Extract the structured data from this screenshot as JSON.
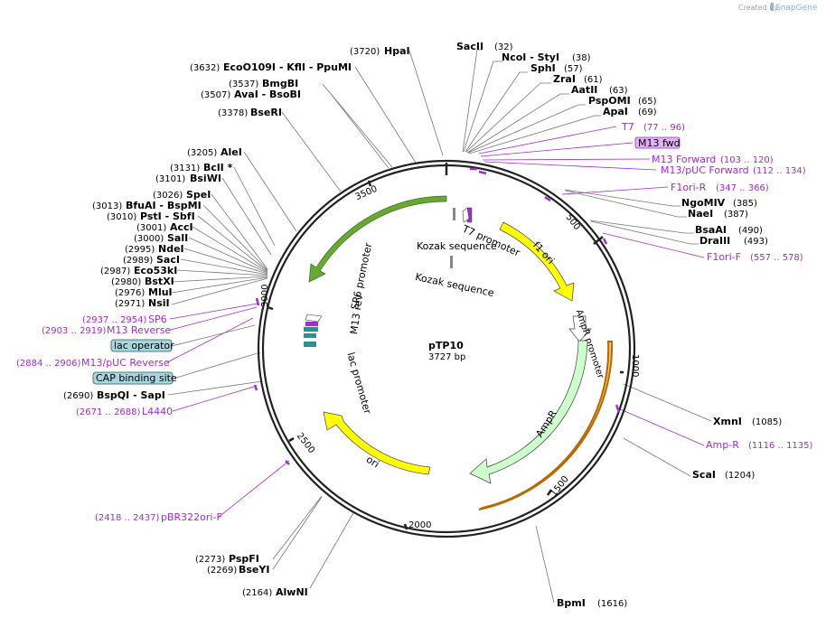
{
  "credit": {
    "prefix": "Created by",
    "brand": "SnapGene"
  },
  "plasmid": {
    "name": "pTP10",
    "size": "3727 bp"
  },
  "ticks": [
    "500",
    "1000",
    "1500",
    "2000",
    "2500",
    "3000",
    "3500"
  ],
  "features": {
    "f1ori": "f1 ori",
    "ampr_promoter": "AmpR promoter",
    "ampr": "AmpR",
    "ori": "ori",
    "lac_promoter": "lac promoter",
    "m13rev": "M13 rev",
    "sp6": "SP6 promoter",
    "t7": "T7 promoter",
    "kozak1": "Kozak sequence",
    "kozak2": "Kozak sequence"
  },
  "sites": {
    "sacii": {
      "name": "SacII",
      "pos": "(32)"
    },
    "ncoi": {
      "name": "NcoI  - StyI",
      "pos": "(38)"
    },
    "sphi": {
      "name": "SphI",
      "pos": "(57)"
    },
    "zrai": {
      "name": "ZraI",
      "pos": "(61)"
    },
    "aatii": {
      "name": "AatII",
      "pos": "(63)"
    },
    "pspomi": {
      "name": "PspOMI",
      "pos": "(65)"
    },
    "apai": {
      "name": "ApaI",
      "pos": "(69)"
    },
    "ngomiv": {
      "name": "NgoMIV",
      "pos": "(385)"
    },
    "naei": {
      "name": "NaeI",
      "pos": "(387)"
    },
    "bsaai": {
      "name": "BsaAI",
      "pos": "(490)"
    },
    "draiii": {
      "name": "DraIII",
      "pos": "(493)"
    },
    "xmni": {
      "name": "XmnI",
      "pos": "(1085)"
    },
    "scai": {
      "name": "ScaI",
      "pos": "(1204)"
    },
    "bpmi": {
      "name": "BpmI",
      "pos": "(1616)"
    },
    "alwni": {
      "name": "AlwNI",
      "pos": "(2164)"
    },
    "bseyi": {
      "name": "BseYI",
      "pos": "(2269)"
    },
    "pspfi": {
      "name": "PspFI",
      "pos": "(2273)"
    },
    "bspqi": {
      "name": "BspQI   - SapI",
      "pos": "(2690)"
    },
    "nsii": {
      "name": "NsiI",
      "pos": "(2971)"
    },
    "mlui": {
      "name": "MluI",
      "pos": "(2976)"
    },
    "bstxi": {
      "name": "BstXI",
      "pos": "(2980)"
    },
    "eco53ki": {
      "name": "Eco53kI",
      "pos": "(2987)"
    },
    "saci": {
      "name": "SacI",
      "pos": "(2989)"
    },
    "ndei": {
      "name": "NdeI",
      "pos": "(2995)"
    },
    "sali": {
      "name": "SalI",
      "pos": "(3000)"
    },
    "acci": {
      "name": "AccI",
      "pos": "(3001)"
    },
    "psti": {
      "name": "PstI  - SbfI",
      "pos": "(3010)"
    },
    "bfuai": {
      "name": "BfuAI   - BspMI",
      "pos": "(3013)"
    },
    "spei": {
      "name": "SpeI",
      "pos": "(3026)"
    },
    "bsiwi": {
      "name": "BsiWI",
      "pos": "(3101)"
    },
    "bcli": {
      "name": "BclI  *",
      "pos": "(3131)"
    },
    "alei": {
      "name": "AleI",
      "pos": "(3205)"
    },
    "bseri": {
      "name": "BseRI",
      "pos": "(3378)"
    },
    "avai": {
      "name": "AvaI   - BsoBI",
      "pos": "(3507)"
    },
    "bmgbi": {
      "name": "BmgBI",
      "pos": "(3537)"
    },
    "eco": {
      "name": "EcoO109I   - KflI   - PpuMI",
      "pos": "(3632)"
    },
    "hpai": {
      "name": "HpaI",
      "pos": "(3720)"
    }
  },
  "primers": {
    "t7": {
      "name": "T7",
      "pos": "(77 .. 96)"
    },
    "m13fwd": {
      "name": "M13 fwd"
    },
    "m13forward": {
      "name": "M13 Forward",
      "pos": "(103 .. 120)"
    },
    "m13puc": {
      "name": "M13/pUC Forward",
      "pos": "(112 .. 134)"
    },
    "f1orir": {
      "name": "F1ori-R",
      "pos": "(347 .. 366)"
    },
    "f1orif": {
      "name": "F1ori-F",
      "pos": "(557 .. 578)"
    },
    "ampr": {
      "name": "Amp-R",
      "pos": "(1116 .. 1135)"
    },
    "pbr": {
      "name": "pBR322ori-F",
      "pos": "(2418 .. 2437)"
    },
    "l4440": {
      "name": "L4440",
      "pos": "(2671 .. 2688)"
    },
    "m13pucrev": {
      "name": "M13/pUC Reverse",
      "pos": "(2884 .. 2906)"
    },
    "m13reverse": {
      "name": "M13 Reverse",
      "pos": "(2903 .. 2919)"
    },
    "sp6": {
      "name": "SP6",
      "pos": "(2937 .. 2954)"
    }
  },
  "boxes": {
    "lac_operator": "lac operator",
    "cap_site": "CAP binding site"
  }
}
